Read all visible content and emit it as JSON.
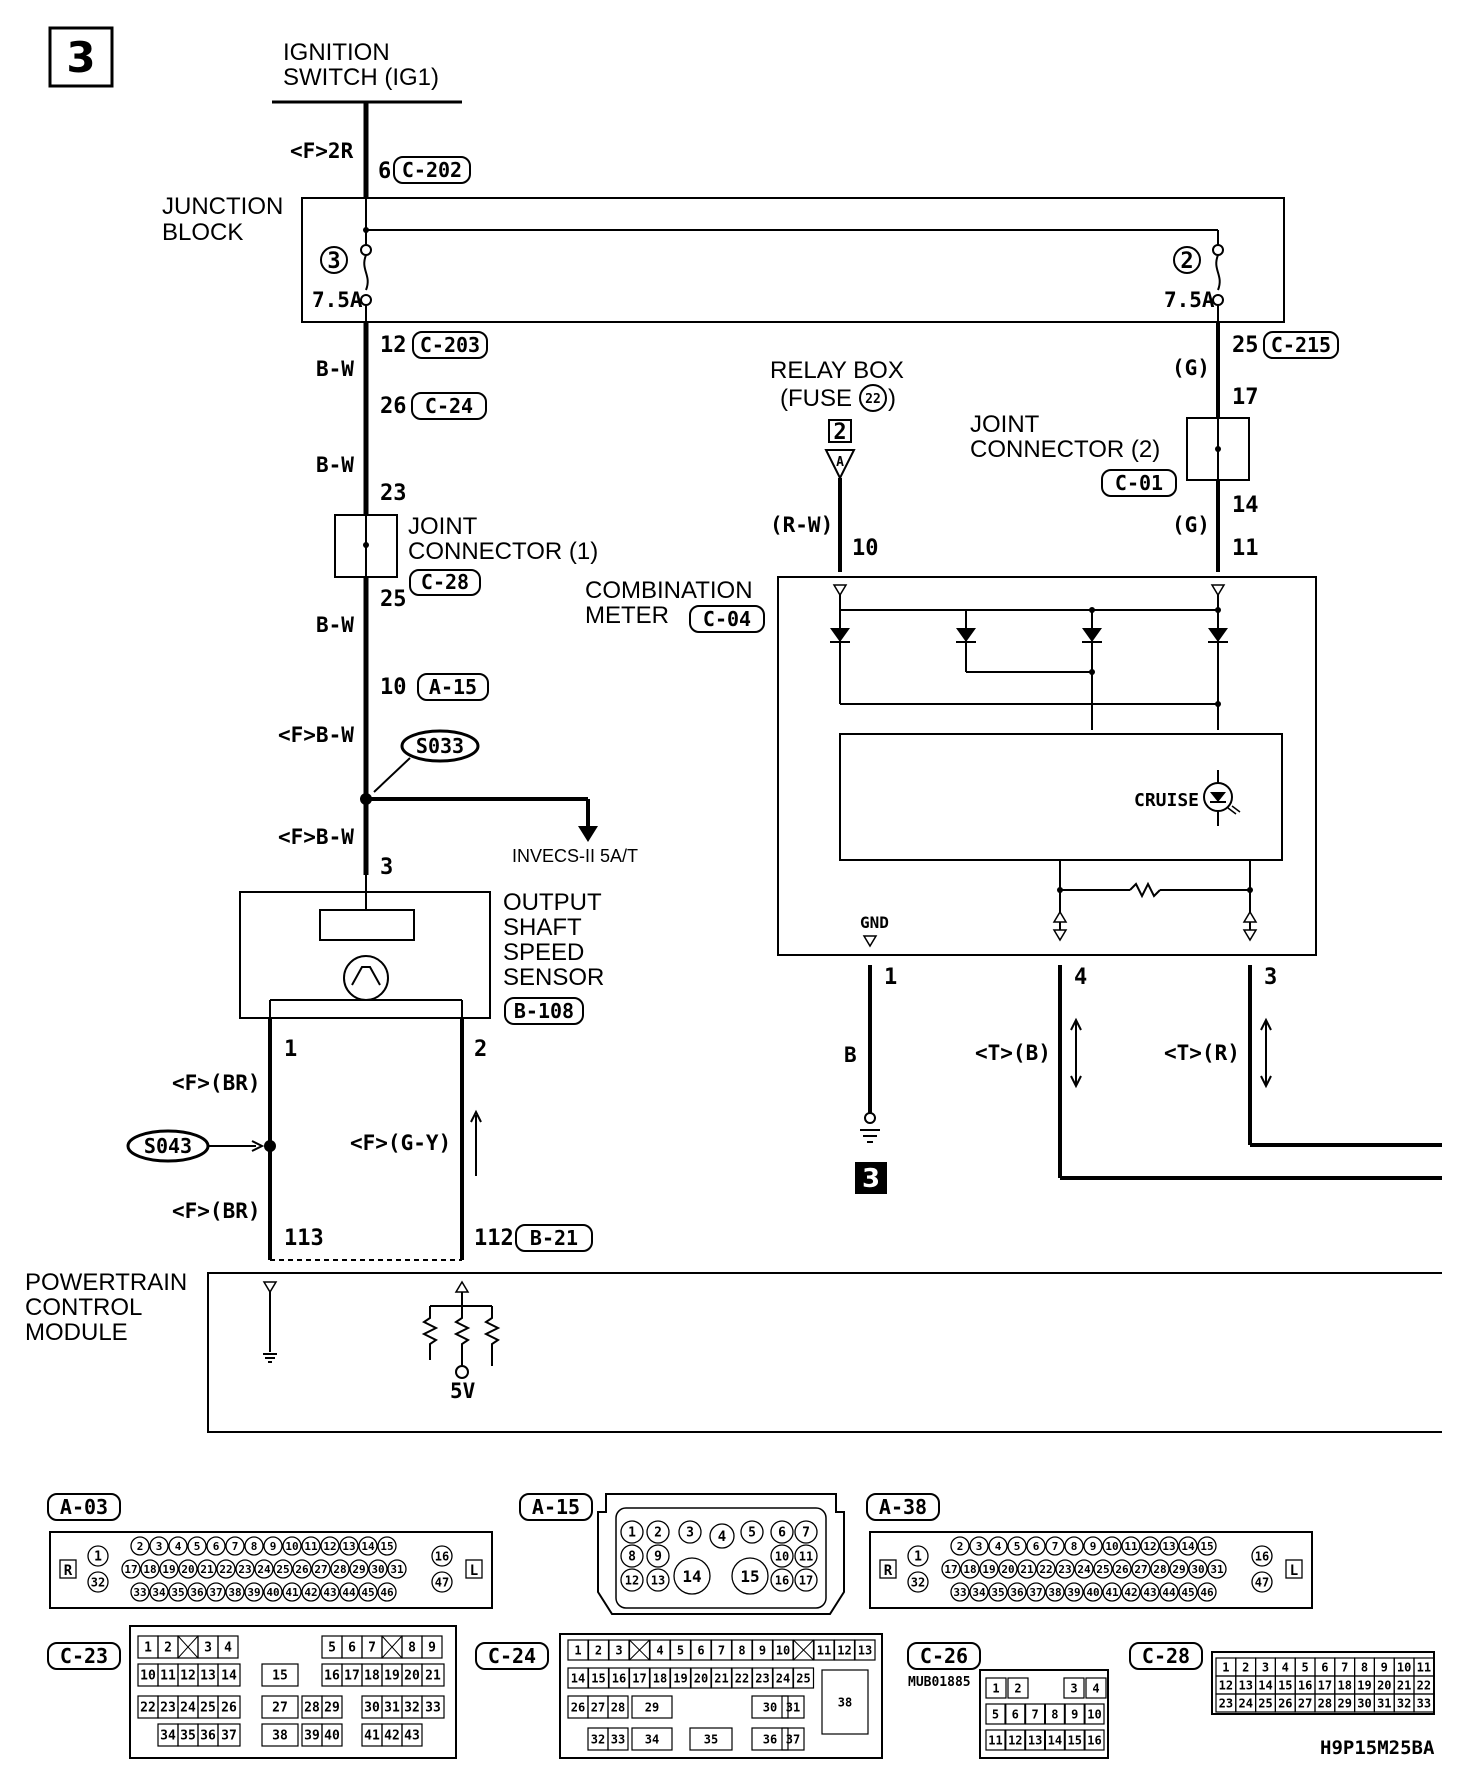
{
  "page_number": "3",
  "ignition_label_1": "IGNITION",
  "ignition_label_2": "SWITCH (IG1)",
  "junction_block_1": "JUNCTION",
  "junction_block_2": "BLOCK",
  "fuse_left_num": "3",
  "fuse_right_num": "2",
  "fuse_left_amp": "7.5A",
  "fuse_right_amp": "7.5A",
  "wire_f2r": "<F>2R",
  "pin6": "6",
  "conn_c202": "C-202",
  "pin12": "12",
  "conn_c203": "C-203",
  "wire_bw1": "B-W",
  "pin26": "26",
  "conn_c24_top": "C-24",
  "wire_bw2": "B-W",
  "pin23": "23",
  "jc1_1": "JOINT",
  "jc1_2": "CONNECTOR (1)",
  "conn_c28_top": "C-28",
  "pin25": "25",
  "wire_bw3": "B-W",
  "pin10_a": "10",
  "conn_a15": "A-15",
  "wire_fbw1": "<F>B-W",
  "splice_s033": "S033",
  "wire_fbw2": "<F>B-W",
  "invecs": "INVECS-II 5A/T",
  "pin3_sensor": "3",
  "oss_1": "OUTPUT",
  "oss_2": "SHAFT",
  "oss_3": "SPEED",
  "oss_4": "SENSOR",
  "conn_b108": "B-108",
  "pin1_sensor": "1",
  "pin2_sensor": "2",
  "wire_fbr1": "<F>(BR)",
  "splice_s043": "S043",
  "wire_fgy": "<F>(G-Y)",
  "wire_fbr2": "<F>(BR)",
  "pin113": "113",
  "pin112": "112",
  "conn_b21": "B-21",
  "pcm_1": "POWERTRAIN",
  "pcm_2": "CONTROL",
  "pcm_3": "MODULE",
  "v5": "5V",
  "relay_1": "RELAY BOX",
  "relay_2": "(FUSE",
  "relay_fuse_num": "22",
  "relay_2b": ")",
  "relay_box_num": "2",
  "relay_box_letter": "A",
  "wire_rw": "(R-W)",
  "pin10_meter": "10",
  "pin25_c215": "25",
  "conn_c215": "C-215",
  "wire_g1": "(G)",
  "pin17": "17",
  "jc2_1": "JOINT",
  "jc2_2": "CONNECTOR (2)",
  "conn_c01": "C-01",
  "pin14": "14",
  "wire_g2": "(G)",
  "pin11": "11",
  "combo_1": "COMBINATION",
  "combo_2": "METER",
  "conn_c04": "C-04",
  "cruise": "CRUISE",
  "gnd": "GND",
  "pin1_meter": "1",
  "pin4_meter": "4",
  "pin3_meter": "3",
  "wire_b": "B",
  "wire_tb": "<T>(B)",
  "wire_tr": "<T>(R)",
  "ground_num": "3",
  "footer_code": "H9P15M25BA",
  "c26_code": "MUB01885",
  "connectors": {
    "a03": "A-03",
    "a15": "A-15",
    "a38": "A-38",
    "c23": "C-23",
    "c24": "C-24",
    "c26": "C-26",
    "c28": "C-28"
  },
  "a03_pins": {
    "r": "R",
    "l": "L",
    "p1": "1",
    "p32": "32",
    "p16": "16",
    "p47": "47",
    "row1": [
      "2",
      "3",
      "4",
      "5",
      "6",
      "7",
      "8",
      "9",
      "10",
      "11",
      "12",
      "13",
      "14",
      "15"
    ],
    "row2": [
      "17",
      "18",
      "19",
      "20",
      "21",
      "22",
      "23",
      "24",
      "25",
      "26",
      "27",
      "28",
      "29",
      "30",
      "31"
    ],
    "row3": [
      "33",
      "34",
      "35",
      "36",
      "37",
      "38",
      "39",
      "40",
      "41",
      "42",
      "43",
      "44",
      "45",
      "46"
    ]
  },
  "a15_pins": {
    "row1": [
      "1",
      "2",
      "3",
      "5",
      "6",
      "7"
    ],
    "row2": [
      "8",
      "9",
      "4",
      "10",
      "11"
    ],
    "row3": [
      "12",
      "13",
      "14",
      "15",
      "16",
      "17"
    ]
  },
  "c23_rows": [
    [
      "1",
      "2",
      "",
      "3",
      "4",
      "",
      "5",
      "6",
      "7",
      "",
      "8",
      "9"
    ],
    [
      "10",
      "11",
      "12",
      "13",
      "14",
      "15",
      "16",
      "17",
      "18",
      "19",
      "20",
      "21"
    ],
    [
      "22",
      "23",
      "24",
      "25",
      "26",
      "27",
      "28",
      "29",
      "30",
      "31",
      "32",
      "33"
    ],
    [
      "34",
      "35",
      "36",
      "37",
      "38",
      "39",
      "40",
      "41",
      "42",
      "43"
    ]
  ],
  "c24_rows": [
    [
      "1",
      "2",
      "3",
      "",
      "4",
      "5",
      "6",
      "7",
      "8",
      "9",
      "10",
      "",
      "11",
      "12",
      "13"
    ],
    [
      "14",
      "15",
      "16",
      "17",
      "18",
      "19",
      "20",
      "21",
      "22",
      "23",
      "24",
      "25"
    ],
    [
      "26",
      "27",
      "28",
      "29",
      "30",
      "31",
      "38"
    ],
    [
      "32",
      "33",
      "34",
      "35",
      "36",
      "37"
    ]
  ],
  "c26_rows": [
    [
      "1",
      "2",
      "3",
      "4"
    ],
    [
      "5",
      "6",
      "7",
      "8",
      "9",
      "10"
    ],
    [
      "11",
      "12",
      "13",
      "14",
      "15",
      "16"
    ]
  ],
  "c28_rows": [
    [
      "1",
      "2",
      "3",
      "4",
      "5",
      "6",
      "7",
      "8",
      "9",
      "10",
      "11"
    ],
    [
      "12",
      "13",
      "14",
      "15",
      "16",
      "17",
      "18",
      "19",
      "20",
      "21",
      "22"
    ],
    [
      "23",
      "24",
      "25",
      "26",
      "27",
      "28",
      "29",
      "30",
      "31",
      "32",
      "33"
    ]
  ]
}
